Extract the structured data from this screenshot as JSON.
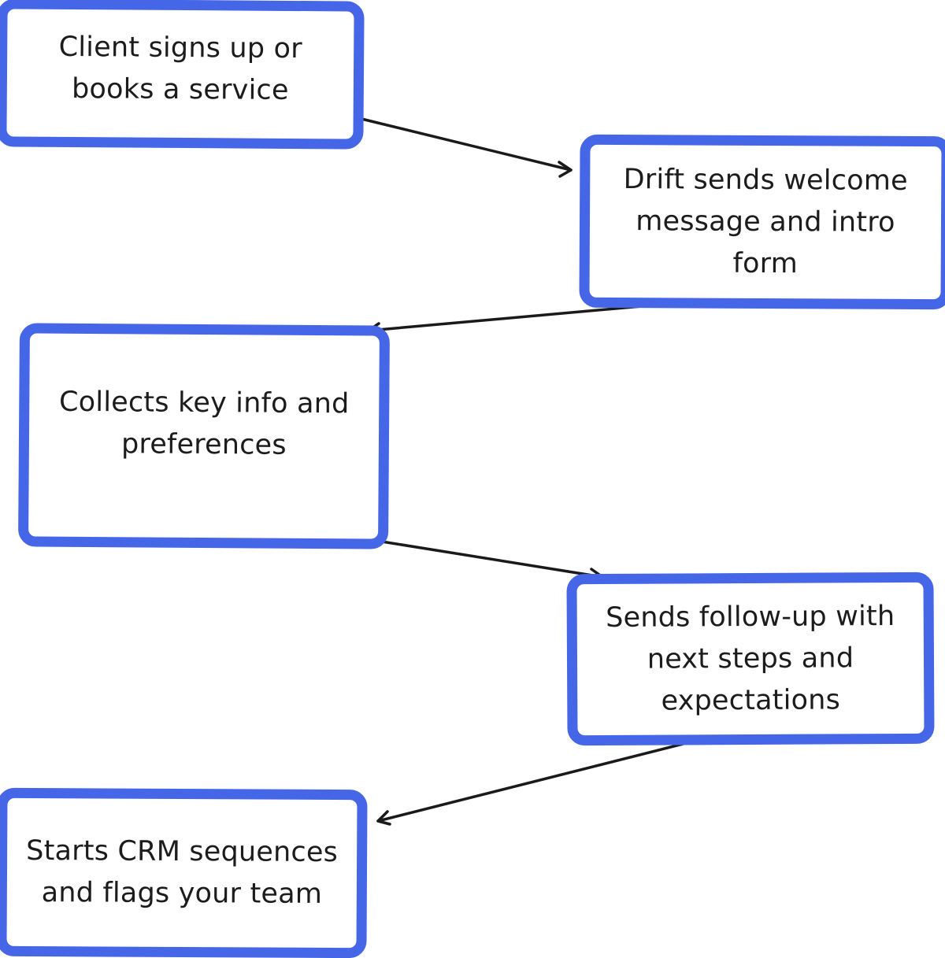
{
  "nodes": [
    {
      "id": "n1",
      "label": "Client signs up or\nbooks a service"
    },
    {
      "id": "n2",
      "label": "Drift sends welcome\nmessage and intro\nform"
    },
    {
      "id": "n3",
      "label": "Collects key info and\npreferences"
    },
    {
      "id": "n4",
      "label": "Sends follow-up with\nnext steps and\nexpectations"
    },
    {
      "id": "n5",
      "label": "Starts CRM sequences\nand flags your team"
    }
  ],
  "edges": [
    {
      "from": "n1",
      "to": "n2"
    },
    {
      "from": "n2",
      "to": "n3"
    },
    {
      "from": "n3",
      "to": "n4"
    },
    {
      "from": "n4",
      "to": "n5"
    }
  ],
  "colors": {
    "box_border": "#4566e6",
    "box_fill": "#ffffff",
    "text": "#1c1c1c",
    "arrow": "#1a1a1a"
  }
}
